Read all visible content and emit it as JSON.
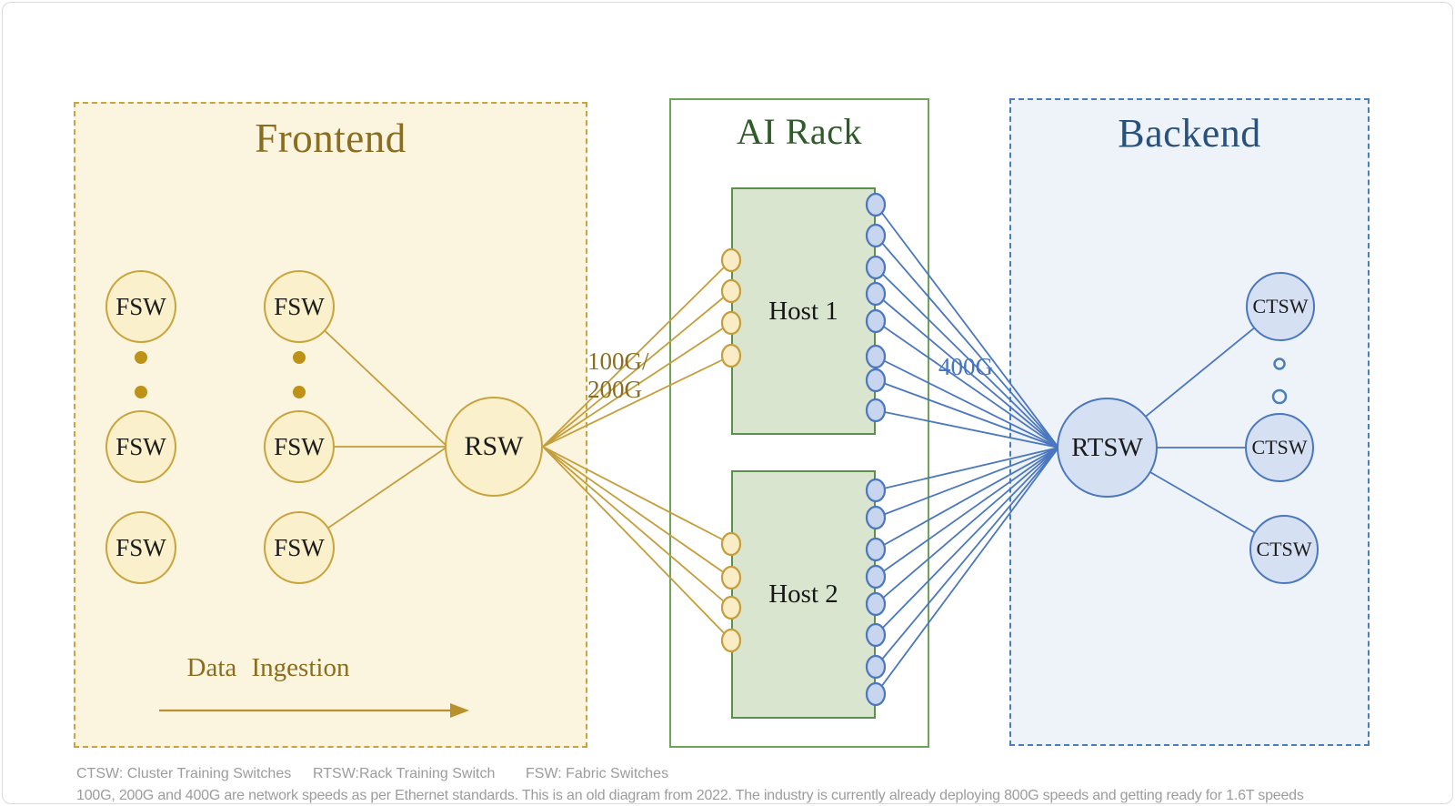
{
  "sections": {
    "frontend": {
      "title": "Frontend"
    },
    "ai_rack": {
      "title": "AI Rack"
    },
    "backend": {
      "title": "Backend"
    }
  },
  "nodes": {
    "fsw": "FSW",
    "rsw": "RSW",
    "rtsw": "RTSW",
    "ctsw": "CTSW",
    "host1": "Host 1",
    "host2": "Host 2"
  },
  "labels": {
    "speed_frontend_line1": "100G/",
    "speed_frontend_line2": "200G",
    "speed_backend": "400G",
    "data_ingestion": "Data Ingestion"
  },
  "legend": {
    "ctsw": "CTSW: Cluster Training Switches",
    "rtsw": "RTSW:Rack Training Switch",
    "fsw": "FSW: Fabric Switches",
    "note": "100G, 200G and 400G are network speeds as per Ethernet standards. This is an old diagram from 2022. The industry is currently already deploying 800G speeds and getting ready for 1.6T speeds"
  },
  "colors": {
    "frontend_accent": "#C8A43C",
    "frontend_bg": "#FBF4DE",
    "frontend_text": "#8A6D1E",
    "airack_border": "#6FA356",
    "host_fill": "#D9E5CF",
    "backend_accent": "#4A77BE",
    "backend_bg": "#EEF2F9",
    "backend_title": "#28527C",
    "footer_text": "#9C9C9C"
  }
}
